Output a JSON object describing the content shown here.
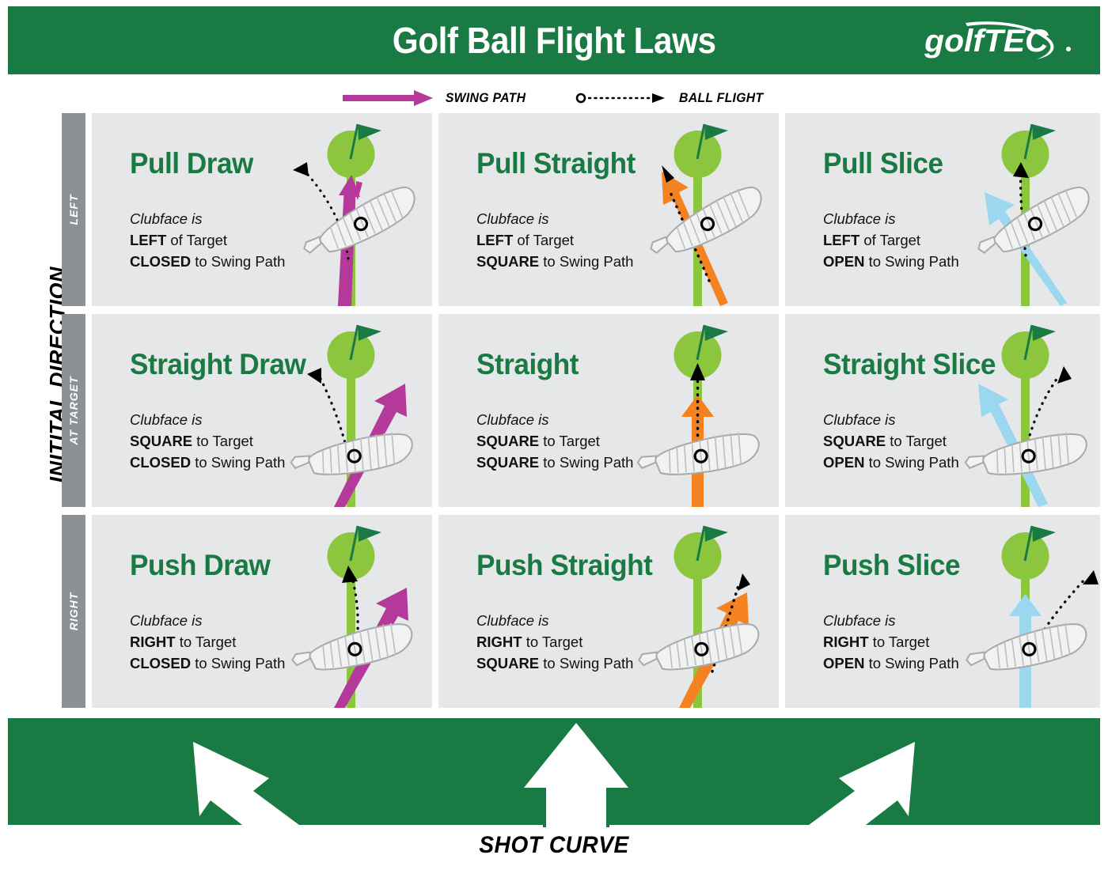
{
  "header": {
    "title": "Golf Ball Flight Laws",
    "logo_text": "golfTEC",
    "bg_color": "#1A7A44"
  },
  "legend": {
    "items": [
      {
        "label": "SWING PATH",
        "icon": "swing-path-arrow-icon",
        "color": "#B5399A"
      },
      {
        "label": "BALL FLIGHT",
        "icon": "ball-flight-dotted-arrow-icon",
        "color": "#000000"
      }
    ]
  },
  "axis": {
    "vertical_label": "INITITAL DIRECTION",
    "horizontal_label": "SHOT CURVE"
  },
  "colors": {
    "brand_green": "#1A7A44",
    "target_green": "#8CC63E",
    "cell_bg": "#E6E7E8",
    "tab_gray": "#8E9194",
    "draw_purple": "#B5399A",
    "straight_orange": "#F58220",
    "slice_blue": "#9BD7EF",
    "title_green": "#1A7A44"
  },
  "rows": [
    {
      "tab_label": "LEFT",
      "cells": [
        {
          "title": "Pull Draw",
          "intro": "Clubface is",
          "line1_bold": "LEFT",
          "line1_rest": " of Target",
          "line2_bold": "CLOSED",
          "line2_rest": " to Swing Path",
          "path_color": "#B5399A",
          "path_type": "draw",
          "club_angle": -28,
          "flight": "pull-draw"
        },
        {
          "title": "Pull Straight",
          "intro": "Clubface is",
          "line1_bold": "LEFT",
          "line1_rest": " of Target",
          "line2_bold": "SQUARE",
          "line2_rest": " to Swing Path",
          "path_color": "#F58220",
          "path_type": "straight-left",
          "club_angle": -28,
          "flight": "pull-straight"
        },
        {
          "title": "Pull Slice",
          "intro": "Clubface is",
          "line1_bold": "LEFT",
          "line1_rest": " of Target",
          "line2_bold": "OPEN",
          "line2_rest": " to Swing Path",
          "path_color": "#9BD7EF",
          "path_type": "slice-left",
          "club_angle": -28,
          "flight": "pull-slice"
        }
      ]
    },
    {
      "tab_label": "AT TARGET",
      "cells": [
        {
          "title": "Straight Draw",
          "intro": "Clubface is",
          "line1_bold": "SQUARE",
          "line1_rest": " to Target",
          "line2_bold": "CLOSED",
          "line2_rest": " to Swing Path",
          "path_color": "#B5399A",
          "path_type": "draw-right",
          "club_angle": -10,
          "flight": "straight-draw"
        },
        {
          "title": "Straight",
          "intro": "Clubface is",
          "line1_bold": "SQUARE",
          "line1_rest": " to Target",
          "line2_bold": "SQUARE",
          "line2_rest": " to Swing Path",
          "path_color": "#F58220",
          "path_type": "vertical",
          "club_angle": -10,
          "flight": "straight"
        },
        {
          "title": "Straight Slice",
          "intro": "Clubface is",
          "line1_bold": "SQUARE",
          "line1_rest": " to Target",
          "line2_bold": "OPEN",
          "line2_rest": " to Swing Path",
          "path_color": "#9BD7EF",
          "path_type": "slice-left",
          "club_angle": -10,
          "flight": "straight-slice"
        }
      ]
    },
    {
      "tab_label": "RIGHT",
      "cells": [
        {
          "title": "Push Draw",
          "intro": "Clubface is",
          "line1_bold": "RIGHT",
          "line1_rest": " to Target",
          "line2_bold": "CLOSED",
          "line2_rest": " to Swing Path",
          "path_color": "#B5399A",
          "path_type": "draw-right",
          "club_angle": -14,
          "flight": "push-draw"
        },
        {
          "title": "Push Straight",
          "intro": "Clubface is",
          "line1_bold": "RIGHT",
          "line1_rest": " to Target",
          "line2_bold": "SQUARE",
          "line2_rest": " to Swing Path",
          "path_color": "#F58220",
          "path_type": "straight-right",
          "club_angle": -14,
          "flight": "push-straight"
        },
        {
          "title": "Push Slice",
          "intro": "Clubface is",
          "line1_bold": "RIGHT",
          "line1_rest": " to Target",
          "line2_bold": "OPEN",
          "line2_rest": " to Swing Path",
          "path_color": "#9BD7EF",
          "path_type": "vertical",
          "club_angle": -14,
          "flight": "push-slice"
        }
      ]
    }
  ]
}
